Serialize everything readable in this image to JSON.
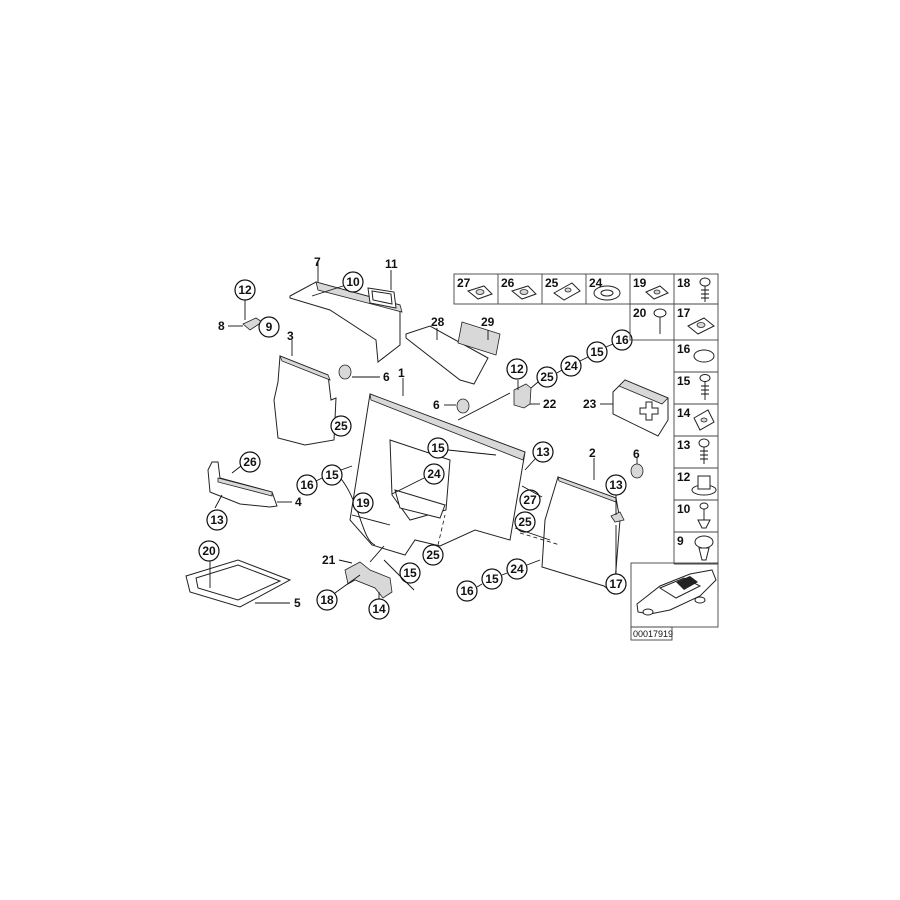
{
  "diagram": {
    "reference_code": "00017919",
    "main_labels": {
      "p1": "1",
      "p2": "2",
      "p3": "3",
      "p4": "4",
      "p5": "5",
      "p6a": "6",
      "p6b": "6",
      "p6c": "6",
      "p7": "7",
      "p8": "8",
      "p11": "11",
      "p21": "21",
      "p22": "22",
      "p23": "23",
      "p28": "28",
      "p29": "29"
    },
    "callouts": {
      "c12a": "12",
      "c9": "9",
      "c10": "10",
      "c25a": "25",
      "c26": "26",
      "c16a": "16",
      "c15a": "15",
      "c13a": "13",
      "c20": "20",
      "c19": "19",
      "c15b": "15",
      "c24a": "24",
      "c15c": "15",
      "c25b": "25",
      "c18": "18",
      "c14": "14",
      "c12b": "12",
      "c25c": "25",
      "c24b": "24",
      "c15d": "15",
      "c16b": "16",
      "c13b": "13",
      "c13c": "13",
      "c27": "27",
      "c25d": "25",
      "c24c": "24",
      "c15e": "15",
      "c16c": "16",
      "c17": "17"
    },
    "legend_top_row": [
      "27",
      "26",
      "25",
      "24",
      "19",
      "18"
    ],
    "legend_second_row": [
      "20",
      "17"
    ],
    "legend_column": [
      "16",
      "15",
      "14",
      "13",
      "12",
      "10",
      "9"
    ]
  }
}
